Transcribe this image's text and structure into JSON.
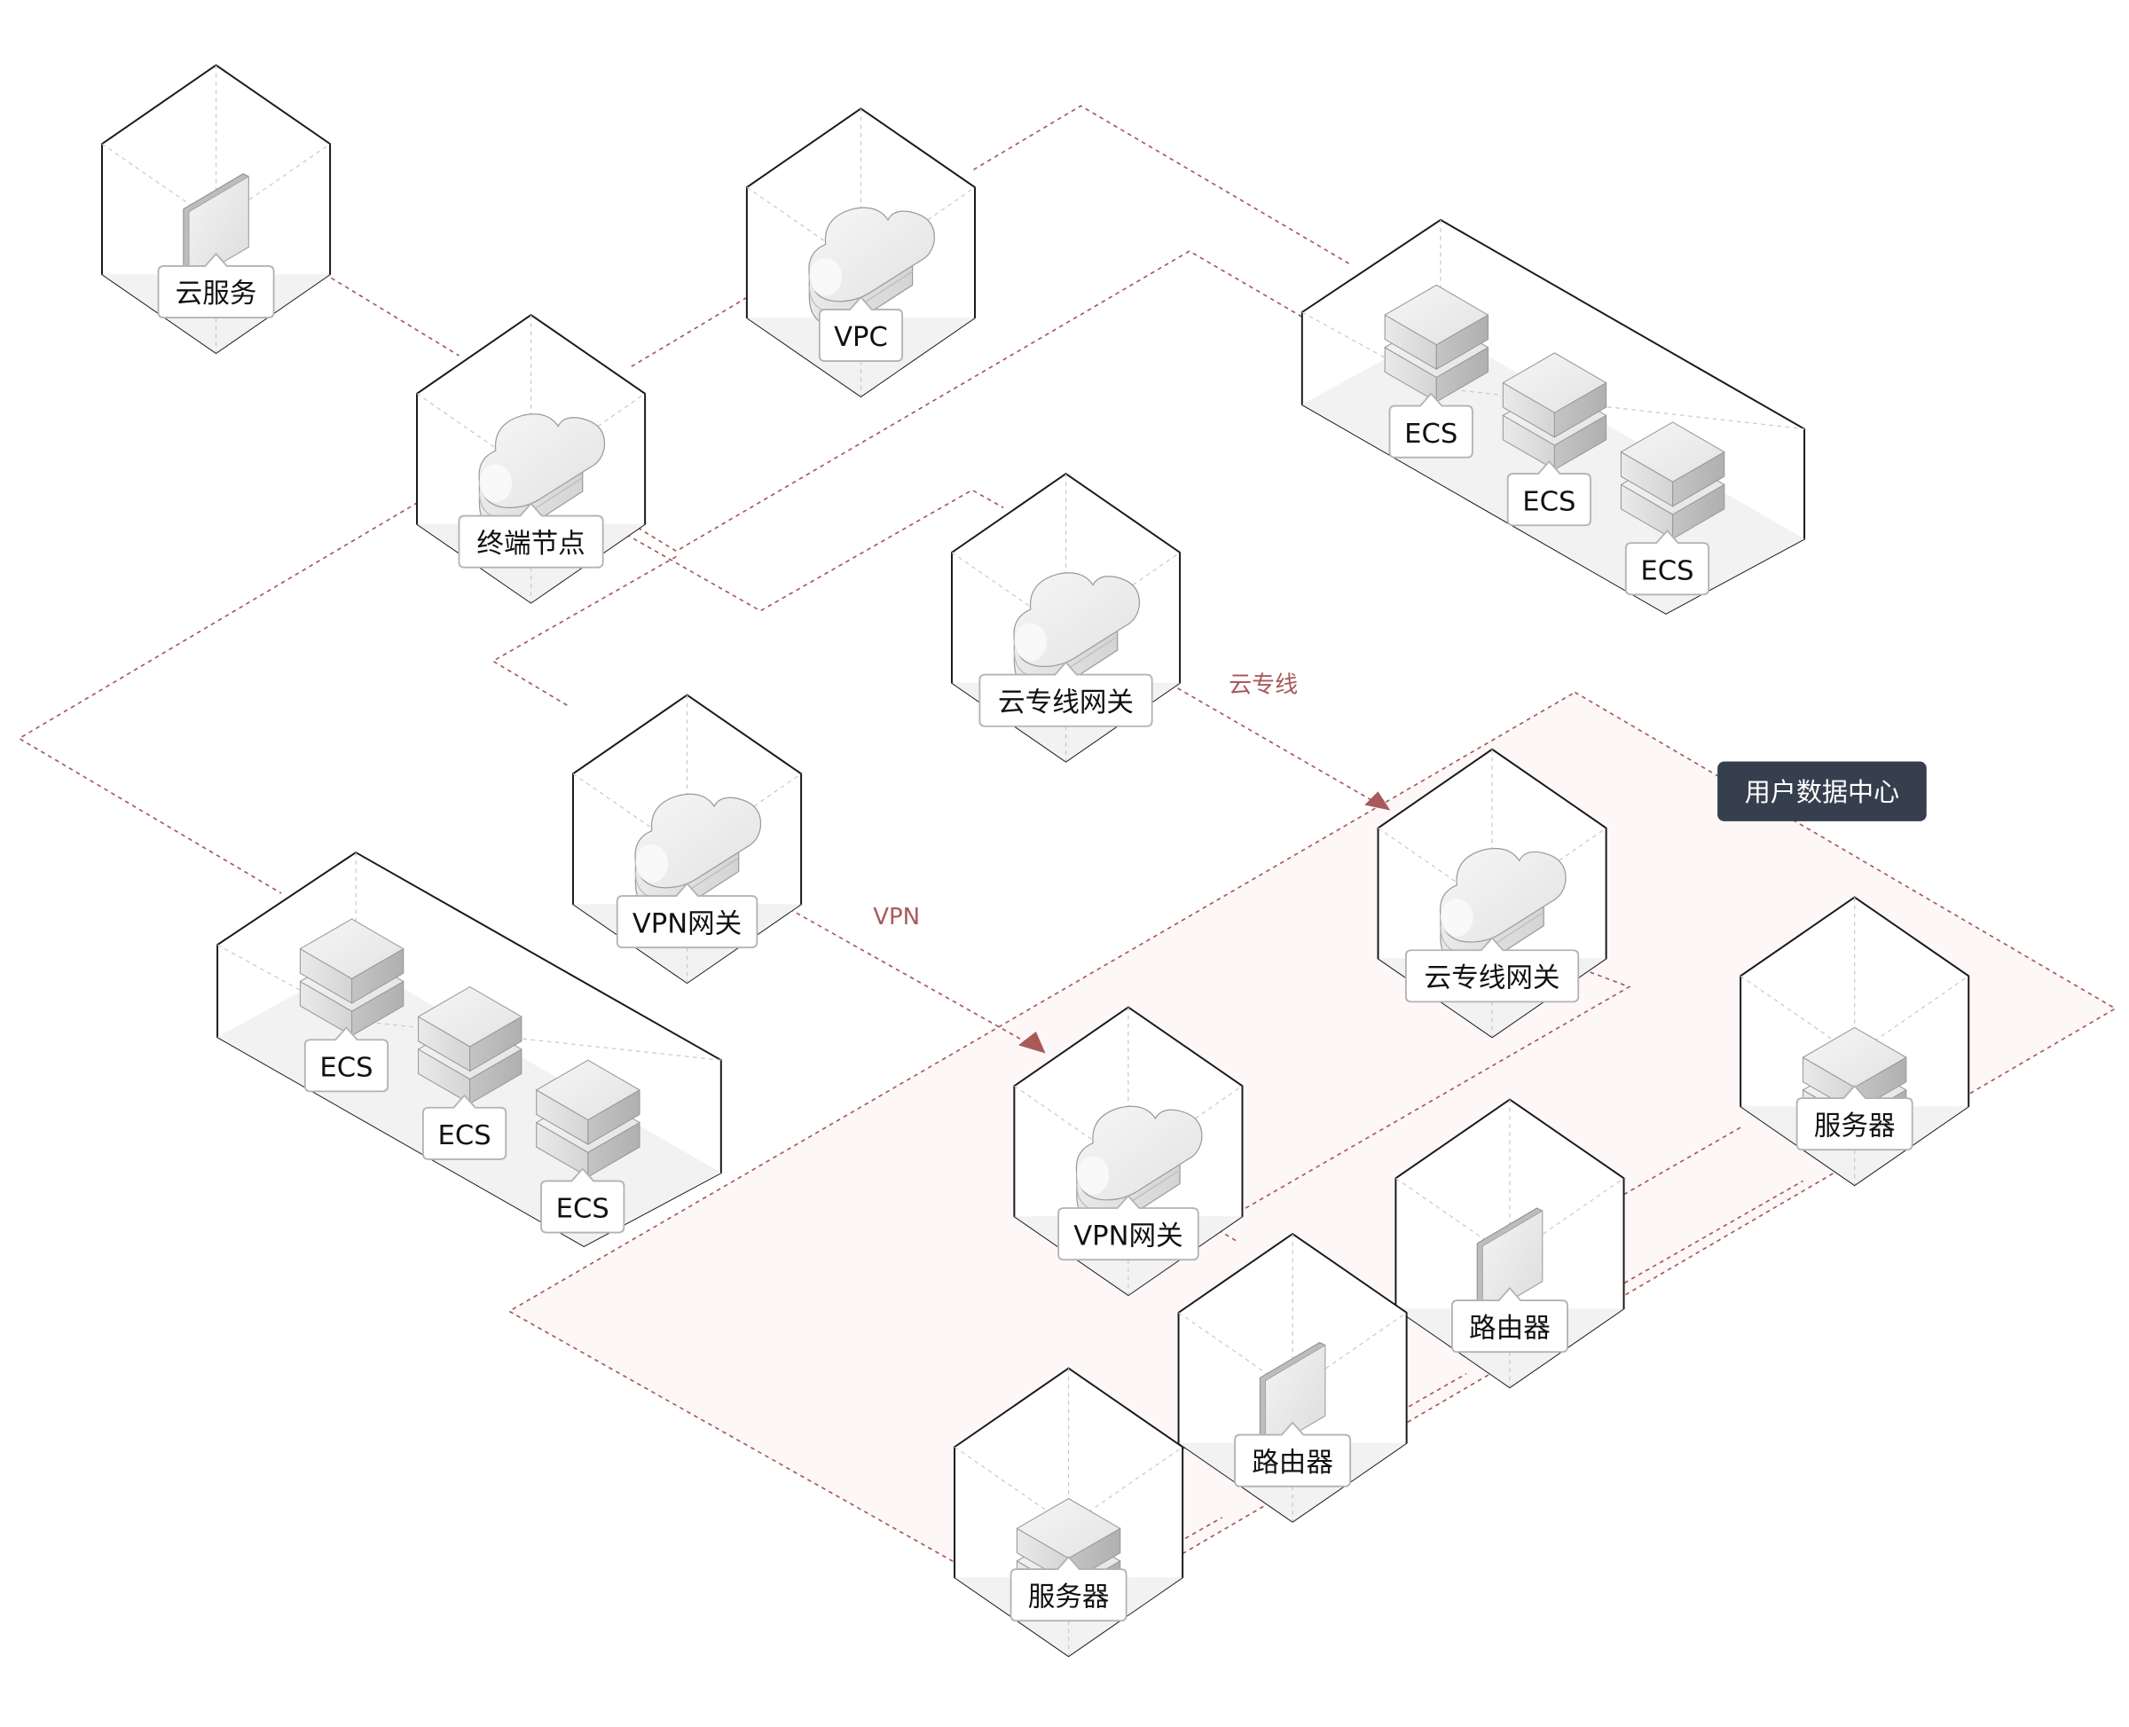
{
  "title": "云专线与VPN混合云组网示意图",
  "colors": {
    "link": "#a85a5a",
    "region_fill": "#fdf7f7",
    "badge": "#363f4e",
    "outline": "#1a1a1a"
  },
  "region": {
    "label": "用户数据中心"
  },
  "connections": {
    "direct_connect_label": "云专线",
    "vpn_label": "VPN"
  },
  "nodes": [
    {
      "id": "cloud-service",
      "label": "云服务",
      "icon": "monitor-icon"
    },
    {
      "id": "endpoint-node",
      "label": "终端节点",
      "icon": "cloud-icon"
    },
    {
      "id": "vpc",
      "label": "VPC",
      "icon": "cloud-icon"
    },
    {
      "id": "dc-gateway-cloud",
      "label": "云专线网关",
      "icon": "cloud-icon"
    },
    {
      "id": "vpn-gateway-cloud",
      "label": "VPN网关",
      "icon": "cloud-icon"
    },
    {
      "id": "dc-gateway-user",
      "label": "云专线网关",
      "icon": "cloud-icon"
    },
    {
      "id": "vpn-gateway-user",
      "label": "VPN网关",
      "icon": "cloud-icon"
    },
    {
      "id": "server-right",
      "label": "服务器",
      "icon": "server-icon"
    },
    {
      "id": "router-right",
      "label": "路由器",
      "icon": "monitor-icon"
    },
    {
      "id": "router-left",
      "label": "路由器",
      "icon": "monitor-icon"
    },
    {
      "id": "server-bottom",
      "label": "服务器",
      "icon": "server-icon"
    }
  ],
  "ecs_groups": [
    {
      "id": "ecs-group-top",
      "items": [
        "ECS",
        "ECS",
        "ECS"
      ],
      "icon": "server-icon"
    },
    {
      "id": "ecs-group-left",
      "items": [
        "ECS",
        "ECS",
        "ECS"
      ],
      "icon": "server-icon"
    }
  ]
}
